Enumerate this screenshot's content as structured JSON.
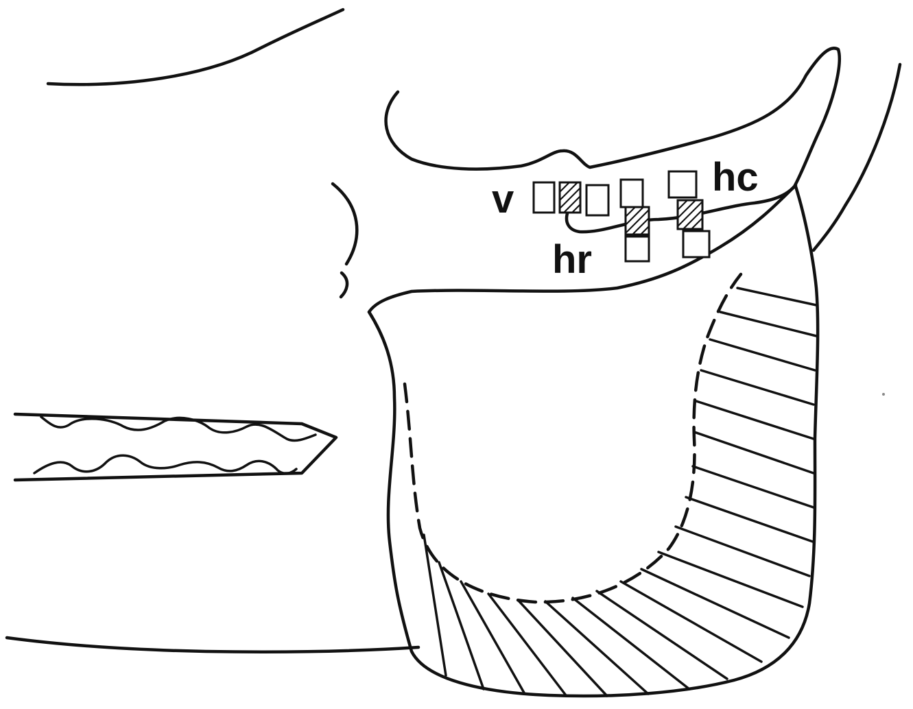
{
  "labels": {
    "v": "v",
    "hc": "hc",
    "hr": "hr"
  },
  "colors": {
    "ink": "#111111",
    "background": "#ffffff"
  }
}
